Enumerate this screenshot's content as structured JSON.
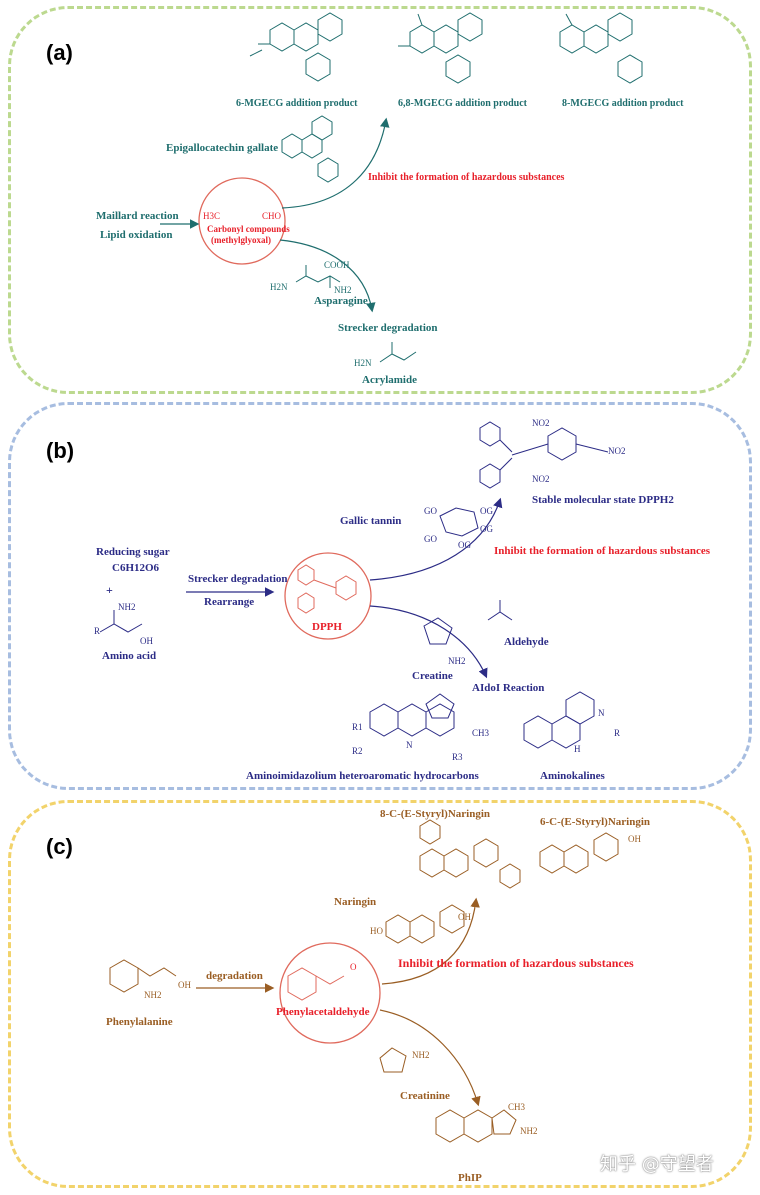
{
  "panel_a": {
    "label": "(a)",
    "products": [
      "6-MGECG addition product",
      "6,8-MGECG addition product",
      "8-MGECG addition product"
    ],
    "inhibitor": "Epigallocatechin gallate",
    "inhibit_text": "Inhibit the formation of hazardous substances",
    "sources": [
      "Maillard reaction",
      "Lipid oxidation"
    ],
    "center_formula_left": "H3C",
    "center_formula_right": "CHO",
    "center_name_1": "Carbonyl compounds",
    "center_name_2": "(methylglyoxal)",
    "reactant": "Asparagine",
    "reactant_groups": [
      "COOH",
      "NH2",
      "H2N"
    ],
    "process": "Strecker degradation",
    "final_product": "Acrylamide",
    "final_group": "H2N"
  },
  "panel_b": {
    "label": "(b)",
    "product": "Stable molecular state DPPH2",
    "inhibitor": "Gallic tannin",
    "inhibit_text": "Inhibit the formation of hazardous substances",
    "sugar": "Reducing sugar",
    "formula": "C6H12O6",
    "plus": "+",
    "amino_label": "Amino acid",
    "arrow_top": "Strecker degradation",
    "arrow_bottom": "Rearrange",
    "center_name": "DPPH",
    "aldehyde": "Aldehyde",
    "creatine": "Creatine",
    "reaction": "AIdoI Reaction",
    "product_1": "Aminoimidazolium heteroaromatic hydrocarbons",
    "product_2": "Aminokalines",
    "groups": [
      "NO2",
      "NO2",
      "NO2",
      "GO",
      "OG",
      "OG",
      "GO",
      "OG",
      "NH2",
      "OH",
      "R",
      "NH2",
      "CH3",
      "R1",
      "R2",
      "R3",
      "N",
      "H",
      "R",
      "N"
    ]
  },
  "panel_c": {
    "label": "(c)",
    "product_1": "8-C-(E-Styryl)Naringin",
    "product_2": "6-C-(E-Styryl)Naringin",
    "inhibitor": "Naringin",
    "inhibit_text": "Inhibit the formation of hazardous substances",
    "reactant": "Phenylalanine",
    "arrow_label": "degradation",
    "center_name": "Phenylacetaldehyde",
    "reagent": "Creatinine",
    "final_product": "PhIP",
    "groups": [
      "OH",
      "NH2",
      "OH",
      "HO",
      "OH",
      "O",
      "NH2",
      "CH3",
      "NH2"
    ]
  },
  "watermark": "知乎 @守望者",
  "colors": {
    "teal": "#1f6e6e",
    "navy": "#2c2c86",
    "brown": "#9a5e24",
    "red": "#e8202a",
    "green_border": "#bcd98f",
    "blue_border": "#a7bde0",
    "yellow_border": "#f2d36b"
  }
}
